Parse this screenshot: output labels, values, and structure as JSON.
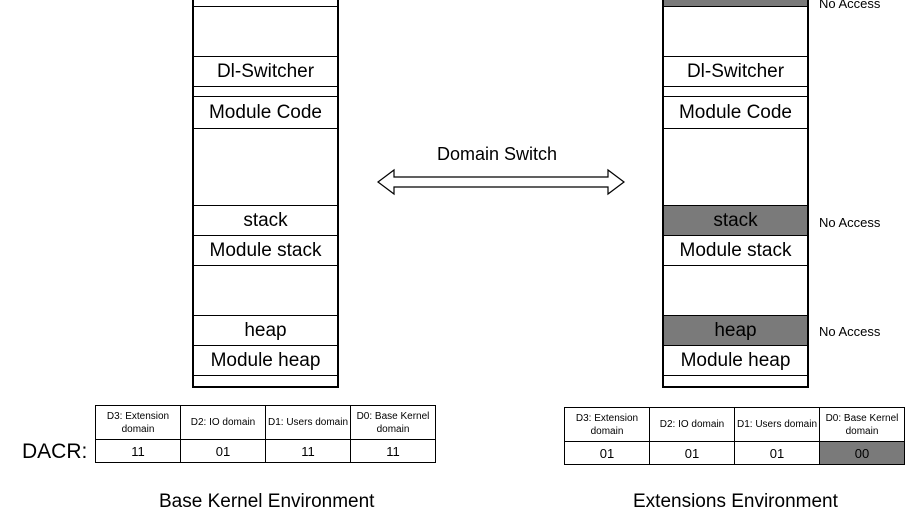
{
  "left": {
    "caption": "Base Kernel Environment",
    "segments": {
      "dl_switcher": "Dl-Switcher",
      "module_code": "Module Code",
      "stack": "stack",
      "module_stack": "Module stack",
      "heap": "heap",
      "module_heap": "Module heap"
    },
    "dacr": {
      "headers": [
        "D3: Extension domain",
        "D2: IO domain",
        "D1: Users domain",
        "D0: Base Kernel domain"
      ],
      "values": [
        "11",
        "01",
        "11",
        "11"
      ]
    }
  },
  "right": {
    "caption": "Extensions Environment",
    "segments": {
      "dl_switcher": "Dl-Switcher",
      "module_code": "Module Code",
      "stack": "stack",
      "module_stack": "Module stack",
      "heap": "heap",
      "module_heap": "Module heap"
    },
    "notes": {
      "top": "No Access",
      "stack": "No Access",
      "heap": "No Access"
    },
    "dacr": {
      "headers": [
        "D3: Extension domain",
        "D2: IO domain",
        "D1: Users domain",
        "D0: Base Kernel domain"
      ],
      "values": [
        "01",
        "01",
        "01",
        "00"
      ]
    }
  },
  "dacr_label": "DACR:",
  "switch_label": "Domain Switch",
  "colors": {
    "restricted": "#7a7a7a",
    "line": "#000000"
  }
}
